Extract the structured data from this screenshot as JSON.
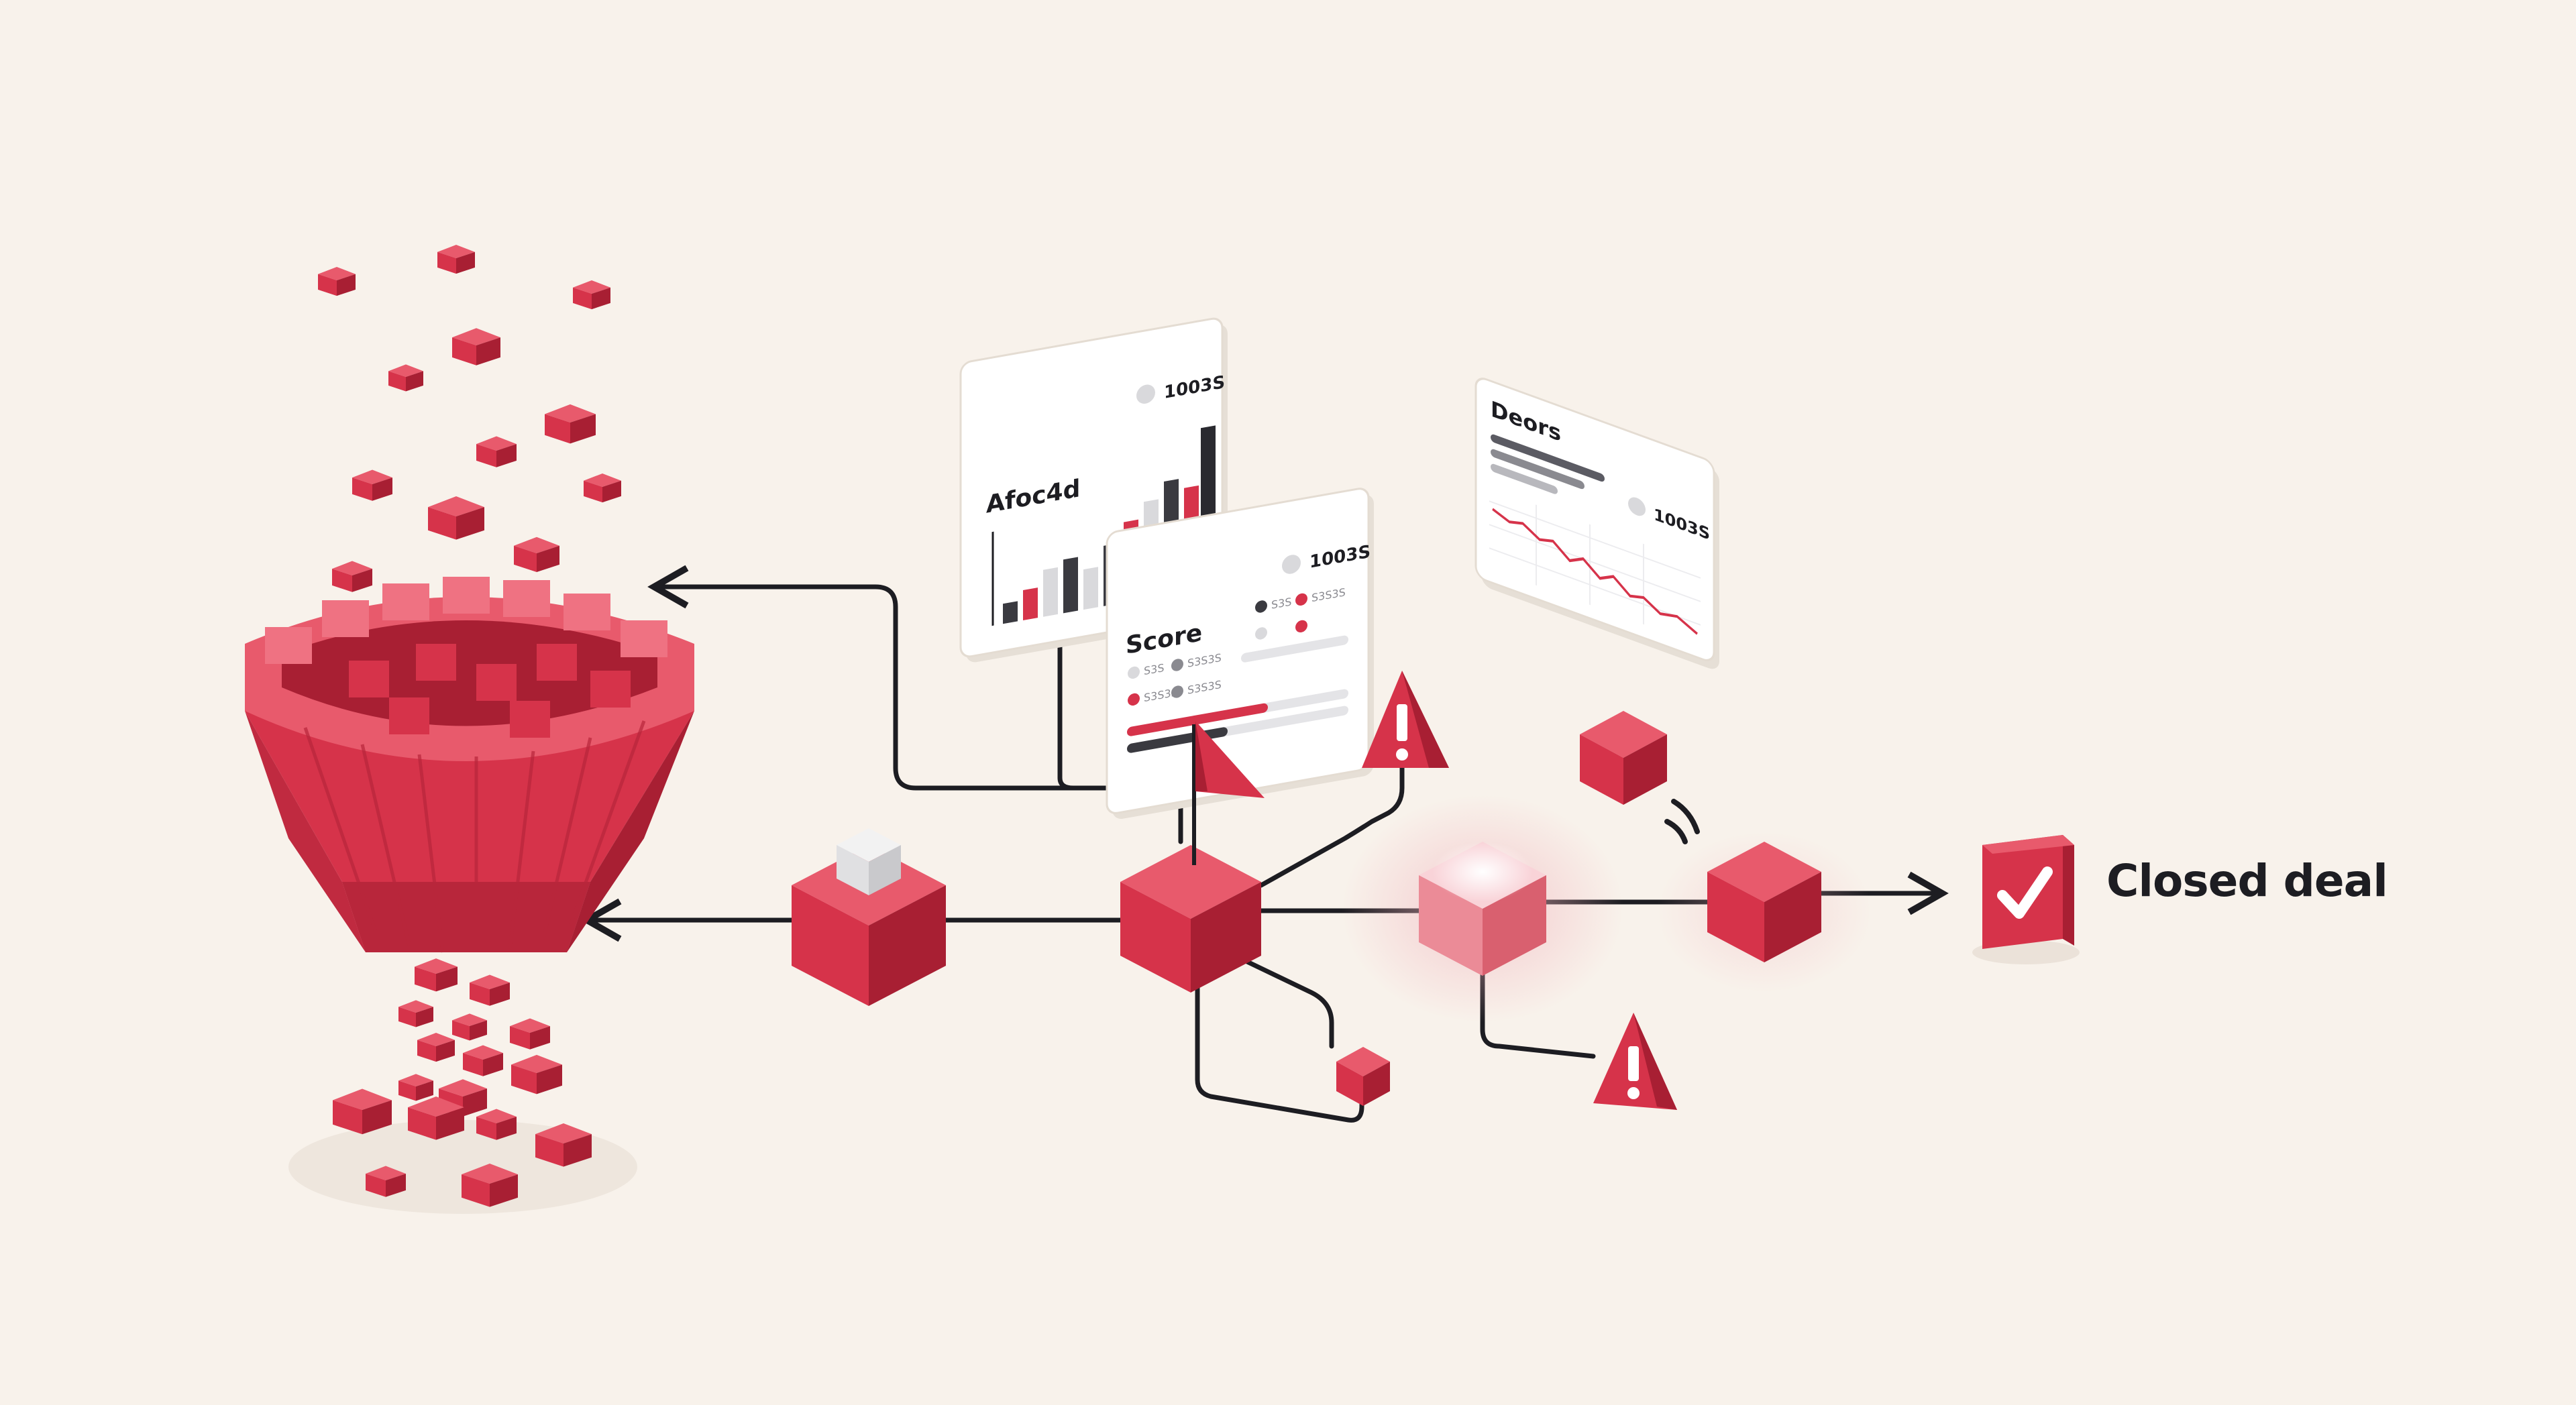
{
  "cards": {
    "chart": {
      "title": "Afoc4d",
      "figure": "1003S"
    },
    "score": {
      "title": "Score",
      "figure": "1003S",
      "legend": [
        "S3S",
        "S3S3S",
        "S3S",
        "S3S3S",
        "S3S3S",
        "S3S3S"
      ]
    },
    "trend": {
      "title": "Deors",
      "figure": "1003S"
    }
  },
  "outcome": {
    "label": "Closed deal"
  },
  "colors": {
    "background": "#f8f2eb",
    "accent": "#d6334a",
    "accent_light": "#e85a6c",
    "accent_dark": "#a81f33",
    "ink": "#1d1d22",
    "gray": "#5b5b63"
  },
  "icons": [
    "funnel-icon",
    "flag-icon",
    "warning-icon",
    "checkmark-icon",
    "cube-icon"
  ]
}
